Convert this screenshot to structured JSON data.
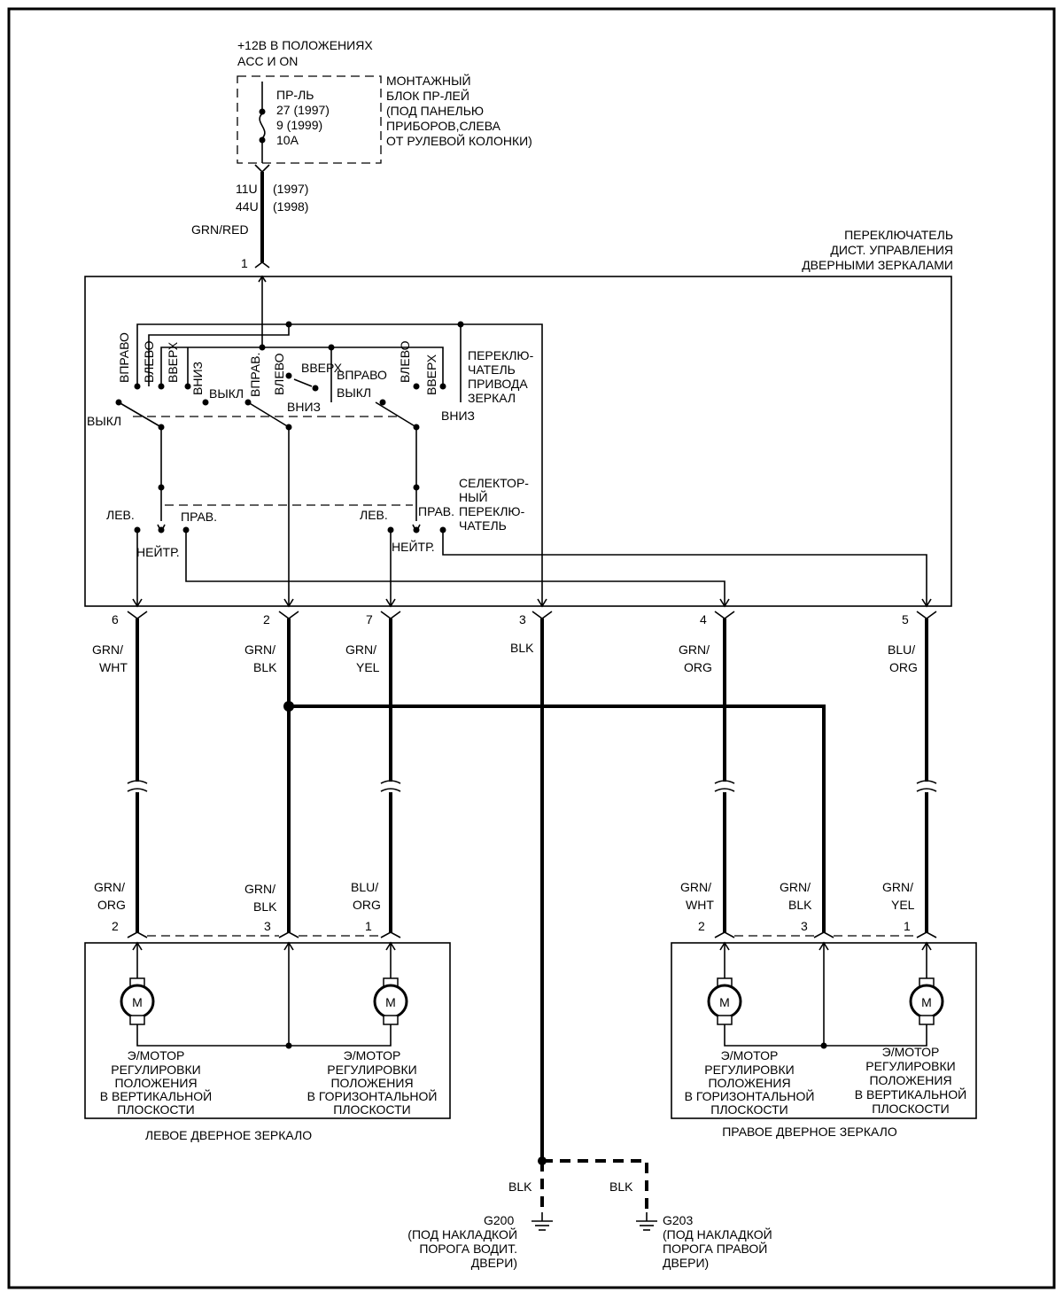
{
  "power": {
    "line1": "+12B В ПОЛОЖЕНИЯХ",
    "line2": "ACC И ON"
  },
  "fuse": {
    "name": "ПР-ЛЬ",
    "line2": "27 (1997)",
    "line3": "9    (1999)",
    "rating": "10A"
  },
  "fuse_block": {
    "line1": "МОНТАЖНЫЙ",
    "line2": "БЛОК ПР-ЛЕЙ",
    "line3": "(ПОД ПАНЕЛЬЮ",
    "line4": "ПРИБОРОВ,СЛЕВА",
    "line5": "ОТ РУЛЕВОЙ КОЛОНКИ)"
  },
  "feed_wire": {
    "circuit1": "11U",
    "year1": "(1997)",
    "circuit2": "44U",
    "year2": "(1998)",
    "color": "GRN/RED",
    "pin": "1"
  },
  "switch_assembly": {
    "line1": "ПЕРЕКЛЮЧАТЕЛЬ",
    "line2": "ДИСТ. УПРАВЛЕНИЯ",
    "line3": "ДВЕРНЫМИ ЗЕРКАЛАМИ"
  },
  "drive_switch": {
    "line1": "ПЕРЕКЛЮ-",
    "line2": "ЧАТЕЛЬ",
    "line3": "ПРИВОДА",
    "line4": "ЗЕРКАЛ"
  },
  "selector_switch": {
    "line1": "СЕЛЕКТОР-",
    "line2": "НЫЙ",
    "line3": "ПЕРЕКЛЮ-",
    "line4": "ЧАТЕЛЬ"
  },
  "switch_labels": {
    "right": "ВПРАВО",
    "left": "ВЛЕВО",
    "up": "ВВЕРХ",
    "down": "ВНИЗ",
    "off": "ВЫКЛ",
    "right_short": "ВПРАВ.",
    "lev": "ЛЕВ.",
    "prav": "ПРАВ.",
    "neutral": "НЕЙТР."
  },
  "connector_pins": [
    {
      "pin": "6",
      "color_a": "GRN/",
      "color_b": "WHT"
    },
    {
      "pin": "2",
      "color_a": "GRN/",
      "color_b": "BLK"
    },
    {
      "pin": "7",
      "color_a": "GRN/",
      "color_b": "YEL"
    },
    {
      "pin": "3",
      "color_a": "BLK",
      "color_b": ""
    },
    {
      "pin": "4",
      "color_a": "GRN/",
      "color_b": "ORG"
    },
    {
      "pin": "5",
      "color_a": "BLU/",
      "color_b": "ORG"
    }
  ],
  "left_mirror": {
    "title": "ЛЕВОЕ ДВЕРНОЕ ЗЕРКАЛО",
    "wires": [
      {
        "pin": "2",
        "color_a": "GRN/",
        "color_b": "ORG"
      },
      {
        "pin": "3",
        "color_a": "GRN/",
        "color_b": "BLK"
      },
      {
        "pin": "1",
        "color_a": "BLU/",
        "color_b": "ORG"
      }
    ],
    "motor_vertical": [
      "Э/МОТОР",
      "РЕГУЛИРОВКИ",
      "ПОЛОЖЕНИЯ",
      "В ВЕРТИКАЛЬНОЙ",
      "ПЛОСКОСТИ"
    ],
    "motor_horizontal": [
      "Э/МОТОР",
      "РЕГУЛИРОВКИ",
      "ПОЛОЖЕНИЯ",
      "В ГОРИЗОНТАЛЬНОЙ",
      "ПЛОСКОСТИ"
    ]
  },
  "right_mirror": {
    "title": "ПРАВОЕ ДВЕРНОЕ ЗЕРКАЛО",
    "wires": [
      {
        "pin": "2",
        "color_a": "GRN/",
        "color_b": "WHT"
      },
      {
        "pin": "3",
        "color_a": "GRN/",
        "color_b": "BLK"
      },
      {
        "pin": "1",
        "color_a": "GRN/",
        "color_b": "YEL"
      }
    ],
    "motor_horizontal": [
      "Э/МОТОР",
      "РЕГУЛИРОВКИ",
      "ПОЛОЖЕНИЯ",
      "В ГОРИЗОНТАЛЬНОЙ",
      "ПЛОСКОСТИ"
    ],
    "motor_vertical": [
      "Э/МОТОР",
      "РЕГУЛИРОВКИ",
      "ПОЛОЖЕНИЯ",
      "В ВЕРТИКАЛЬНОЙ",
      "ПЛОСКОСТИ"
    ]
  },
  "motor_symbol": "M",
  "grounds": {
    "wire_color": "BLK",
    "g200": [
      "G200",
      "(ПОД НАКЛАДКОЙ",
      "ПОРОГА ВОДИТ.",
      "ДВЕРИ)"
    ],
    "g203": [
      "G203",
      "(ПОД НАКЛАДКОЙ",
      "ПОРОГА ПРАВОЙ",
      "ДВЕРИ)"
    ]
  }
}
